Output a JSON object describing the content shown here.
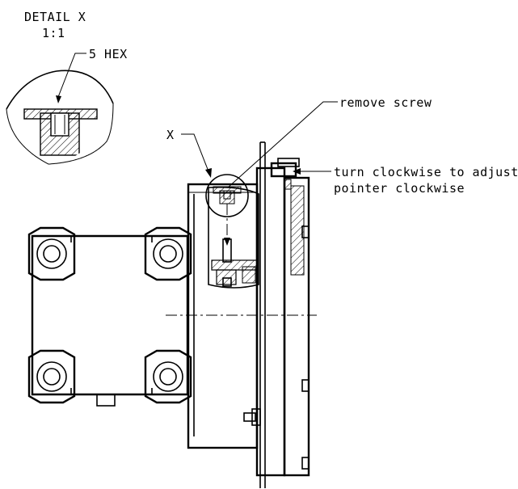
{
  "labels": {
    "detail_title": "DETAIL X",
    "detail_scale": "1:1",
    "hex": "5 HEX",
    "x_marker": "X",
    "remove_screw": "remove screw",
    "turn_line1": "turn clockwise to adjust",
    "turn_line2": "pointer clockwise"
  }
}
